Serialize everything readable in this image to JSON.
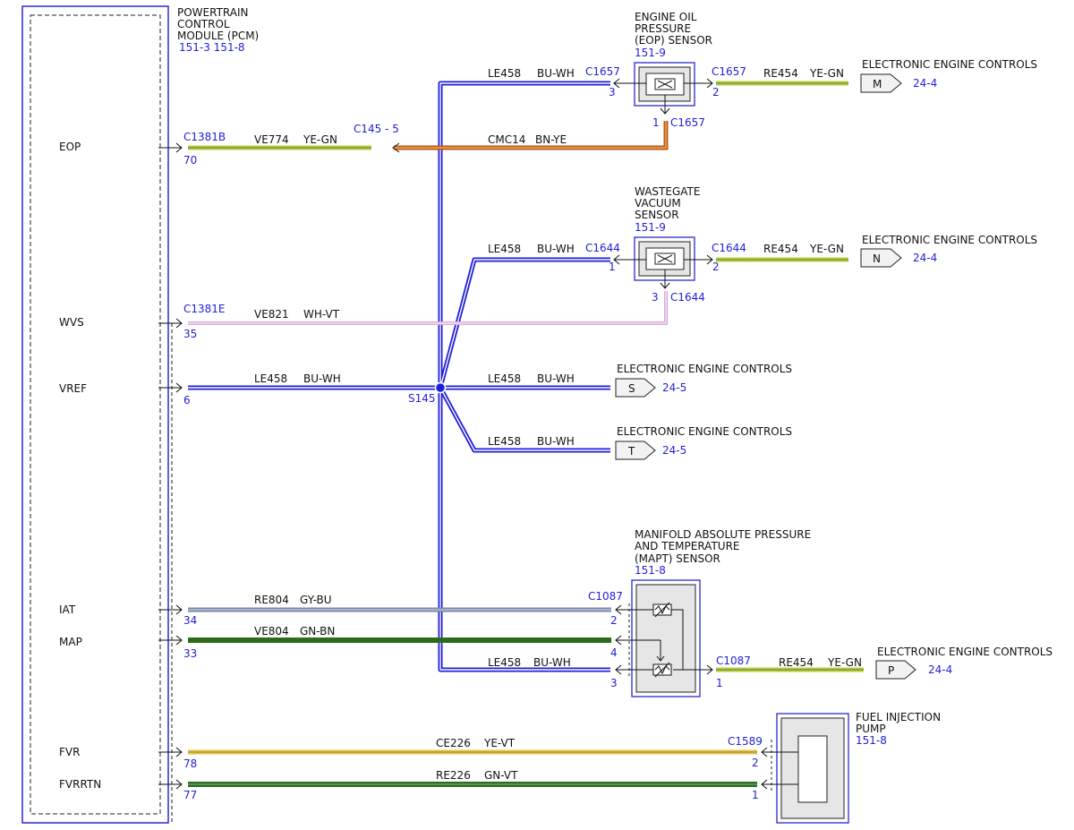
{
  "pcm": {
    "title_lines": [
      "POWERTRAIN",
      "CONTROL",
      "MODULE (PCM)"
    ],
    "refs": "151-3  151-8",
    "pins": {
      "eop": "EOP",
      "wvs": "WVS",
      "vref": "VREF",
      "iat": "IAT",
      "map": "MAP",
      "fvr": "FVR",
      "fvrrtn": "FVRRTN"
    }
  },
  "colors": {
    "border": "#2a2ad0",
    "blue_wire": "#1f1fd8",
    "ye_gn": "#b7d23a",
    "bn_ye": "#c0561e",
    "wh_vt": "#d9a8d9",
    "gy_bu": "#7e86a8",
    "gn_bn": "#2c6b1c",
    "ye_vt": "#e3c54a",
    "gn_vt": "#2d6b2a",
    "text_blue": "#1f1fd8"
  },
  "eop_sensor": {
    "title_lines": [
      "ENGINE OIL",
      "PRESSURE",
      "(EOP) SENSOR"
    ],
    "ref": "151-9",
    "connector": "C1657",
    "pin_left": "3",
    "pin_right": "2",
    "pin_bottom": "1"
  },
  "wvs_sensor": {
    "title_lines": [
      "WASTEGATE",
      "VACUUM",
      "SENSOR"
    ],
    "ref": "151-9",
    "connector": "C1644",
    "pin_left": "1",
    "pin_right": "2",
    "pin_bottom": "3"
  },
  "mapt_sensor": {
    "title_lines": [
      "MANIFOLD ABSOLUTE PRESSURE",
      "AND TEMPERATURE",
      "(MAPT) SENSOR"
    ],
    "ref": "151-8",
    "connector": "C1087",
    "pin_iat": "2",
    "pin_map": "4",
    "pin_vref": "3",
    "pin_out": "1"
  },
  "fuel_pump": {
    "title_lines": [
      "FUEL INJECTION",
      "PUMP"
    ],
    "ref": "151-8",
    "connector": "C1589",
    "pin_fvr": "2",
    "pin_fvrrtn": "1"
  },
  "wires": {
    "eop": {
      "connector": "C1381B",
      "pin": "70",
      "circuit": "VE774",
      "color": "YE-GN",
      "inline": "C145  -  5",
      "circuit2": "CMC14",
      "color2": "BN-YE"
    },
    "eop_sensor_in": {
      "circuit": "LE458",
      "color": "BU-WH"
    },
    "eop_sensor_out": {
      "circuit": "RE454",
      "color": "YE-GN"
    },
    "wvs": {
      "connector": "C1381E",
      "pin": "35",
      "circuit": "VE821",
      "color": "WH-VT"
    },
    "wvs_sensor_in": {
      "circuit": "LE458",
      "color": "BU-WH"
    },
    "wvs_sensor_out": {
      "circuit": "RE454",
      "color": "YE-GN"
    },
    "vref": {
      "pin": "6",
      "circuit": "LE458",
      "color": "BU-WH",
      "splice": "S145"
    },
    "s_branch": {
      "circuit": "LE458",
      "color": "BU-WH"
    },
    "t_branch": {
      "circuit": "LE458",
      "color": "BU-WH"
    },
    "iat": {
      "pin": "34",
      "circuit": "RE804",
      "color": "GY-BU"
    },
    "map": {
      "pin": "33",
      "circuit": "VE804",
      "color": "GN-BN"
    },
    "mapt_vref": {
      "circuit": "LE458",
      "color": "BU-WH"
    },
    "mapt_out": {
      "circuit": "RE454",
      "color": "YE-GN"
    },
    "fvr": {
      "pin": "78",
      "circuit": "CE226",
      "color": "YE-VT"
    },
    "fvrrtn": {
      "pin": "77",
      "circuit": "RE226",
      "color": "GN-VT"
    }
  },
  "offpage": {
    "m": {
      "label": "ELECTRONIC ENGINE CONTROLS",
      "letter": "M",
      "ref": "24-4"
    },
    "n": {
      "label": "ELECTRONIC ENGINE CONTROLS",
      "letter": "N",
      "ref": "24-4"
    },
    "s": {
      "label": "ELECTRONIC ENGINE CONTROLS",
      "letter": "S",
      "ref": "24-5"
    },
    "t": {
      "label": "ELECTRONIC ENGINE CONTROLS",
      "letter": "T",
      "ref": "24-5"
    },
    "p": {
      "label": "ELECTRONIC ENGINE CONTROLS",
      "letter": "P",
      "ref": "24-4"
    }
  }
}
